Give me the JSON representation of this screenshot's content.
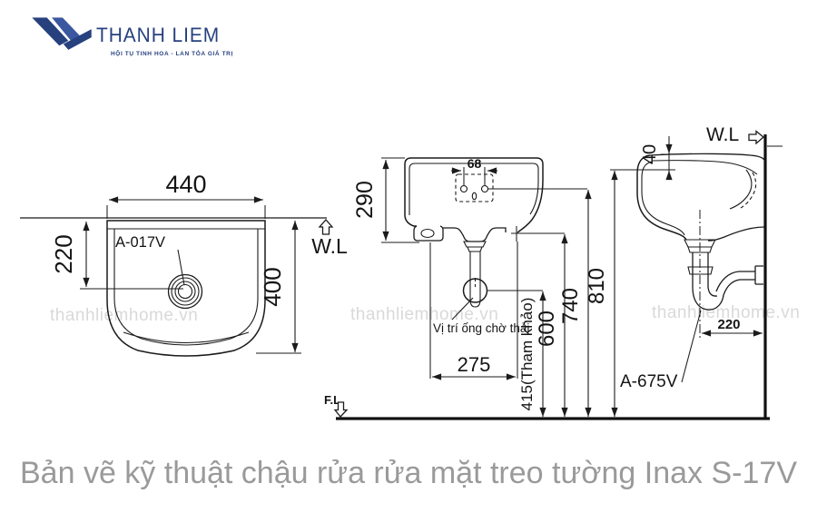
{
  "logo": {
    "brand": "THANH LIEM",
    "tagline": "HỘI TỤ TINH HOA - LAN TỎA GIÁ TRỊ"
  },
  "watermark": "thanhliemhome.vn",
  "caption": "Bản vẽ kỹ thuật chậu rửa rửa mặt treo tường Inax S-17V",
  "colors": {
    "brand_navy": "#27417f",
    "line": "#1b1b1b",
    "caption_gray": "#9a9a9a",
    "watermark_gray": "#d9d9d9"
  },
  "plan_view": {
    "wall_line": "W.L",
    "width": "440",
    "drain_offset": "220",
    "depth": "400",
    "drain_part": "A-017V"
  },
  "front_view": {
    "height": "290",
    "hole_spacing": "68",
    "span": "275",
    "waste_note": "Vị trí ống chờ thải",
    "floor_line": "F.L",
    "h_waste": "415(Tham khảo)",
    "h_overflow": "600",
    "h_holes": "740",
    "h_rim": "810"
  },
  "side_view": {
    "wall_line": "W.L",
    "rim_gap": "40",
    "trap_offset": "220",
    "trap_part": "A-675V"
  }
}
